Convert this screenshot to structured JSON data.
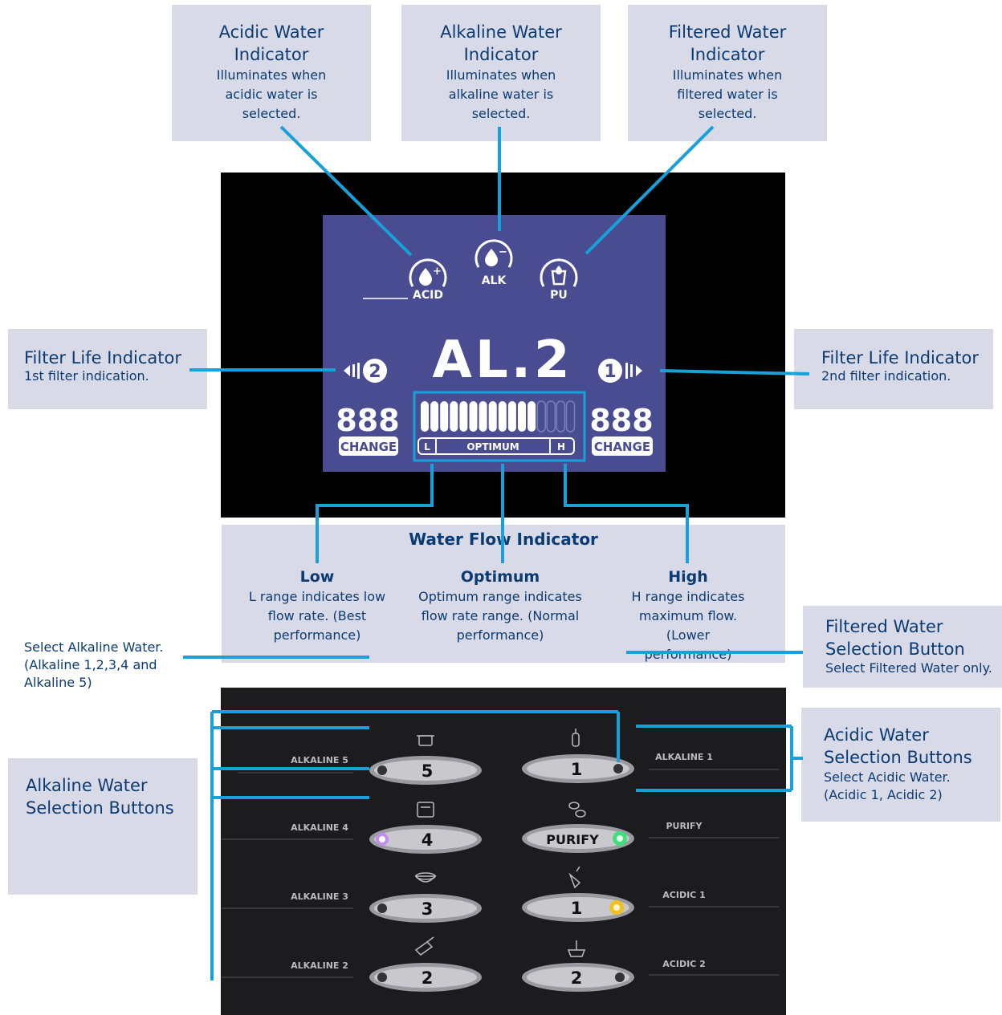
{
  "callouts": {
    "acidic_indicator": {
      "title": "Acidic Water Indicator",
      "desc": "Illuminates when acidic water is selected."
    },
    "alkaline_indicator": {
      "title": "Alkaline Water Indicator",
      "desc": "Illuminates when alkaline water is selected."
    },
    "filtered_indicator": {
      "title": "Filtered Water Indicator",
      "desc": "Illuminates when filtered water is selected."
    },
    "filter_life_left": {
      "title": "Filter Life Indicator",
      "desc": "1st filter indication."
    },
    "filter_life_right": {
      "title": "Filter Life Indicator",
      "desc": "2nd filter indication."
    },
    "filtered_button": {
      "title": "Filtered Water Selection Button",
      "desc": "Select Filtered Water only."
    },
    "acidic_buttons": {
      "title": "Acidic Water Selection Buttons",
      "desc": "Select Acidic Water. (Acidic 1, Acidic 2)"
    },
    "alkaline_buttons": {
      "title": "Alkaline Water Selection Buttons"
    },
    "select_alkaline": {
      "desc": "Select Alkaline Water. (Alkaline 1,2,3,4 and Alkaline 5)"
    }
  },
  "flow": {
    "title": "Water Flow Indicator",
    "low": {
      "title": "Low",
      "desc": "L range indicates low flow rate. (Best performance)"
    },
    "optimum": {
      "title": "Optimum",
      "desc": "Optimum range indicates flow rate range. (Normal performance)"
    },
    "high": {
      "title": "High",
      "desc": "H range indicates maximum flow. (Lower performance)"
    }
  },
  "lcd": {
    "acid": "ACID",
    "alk": "ALK",
    "pu": "PU",
    "mode": "AL.2",
    "filter_left_num": "2",
    "filter_right_num": "1",
    "counter_left": "888",
    "counter_right": "888",
    "change": "CHANGE",
    "bar_low": "L",
    "bar_mid": "OPTIMUM",
    "bar_high": "H",
    "flow_level": 0.75,
    "colors": {
      "lcd_bg": "#4a4c92",
      "segment": "#ffffff",
      "line": "#1aa0d8"
    }
  },
  "panel": {
    "left_labels": [
      "ALKALINE 5",
      "ALKALINE 4",
      "ALKALINE 3",
      "ALKALINE 2"
    ],
    "left_buttons": [
      "5",
      "4",
      "3",
      "2"
    ],
    "right_labels": [
      "ALKALINE 1",
      "PURIFY",
      "ACIDIC 1",
      "ACIDIC 2"
    ],
    "right_buttons": [
      "1",
      "PURIFY",
      "1",
      "2"
    ]
  }
}
